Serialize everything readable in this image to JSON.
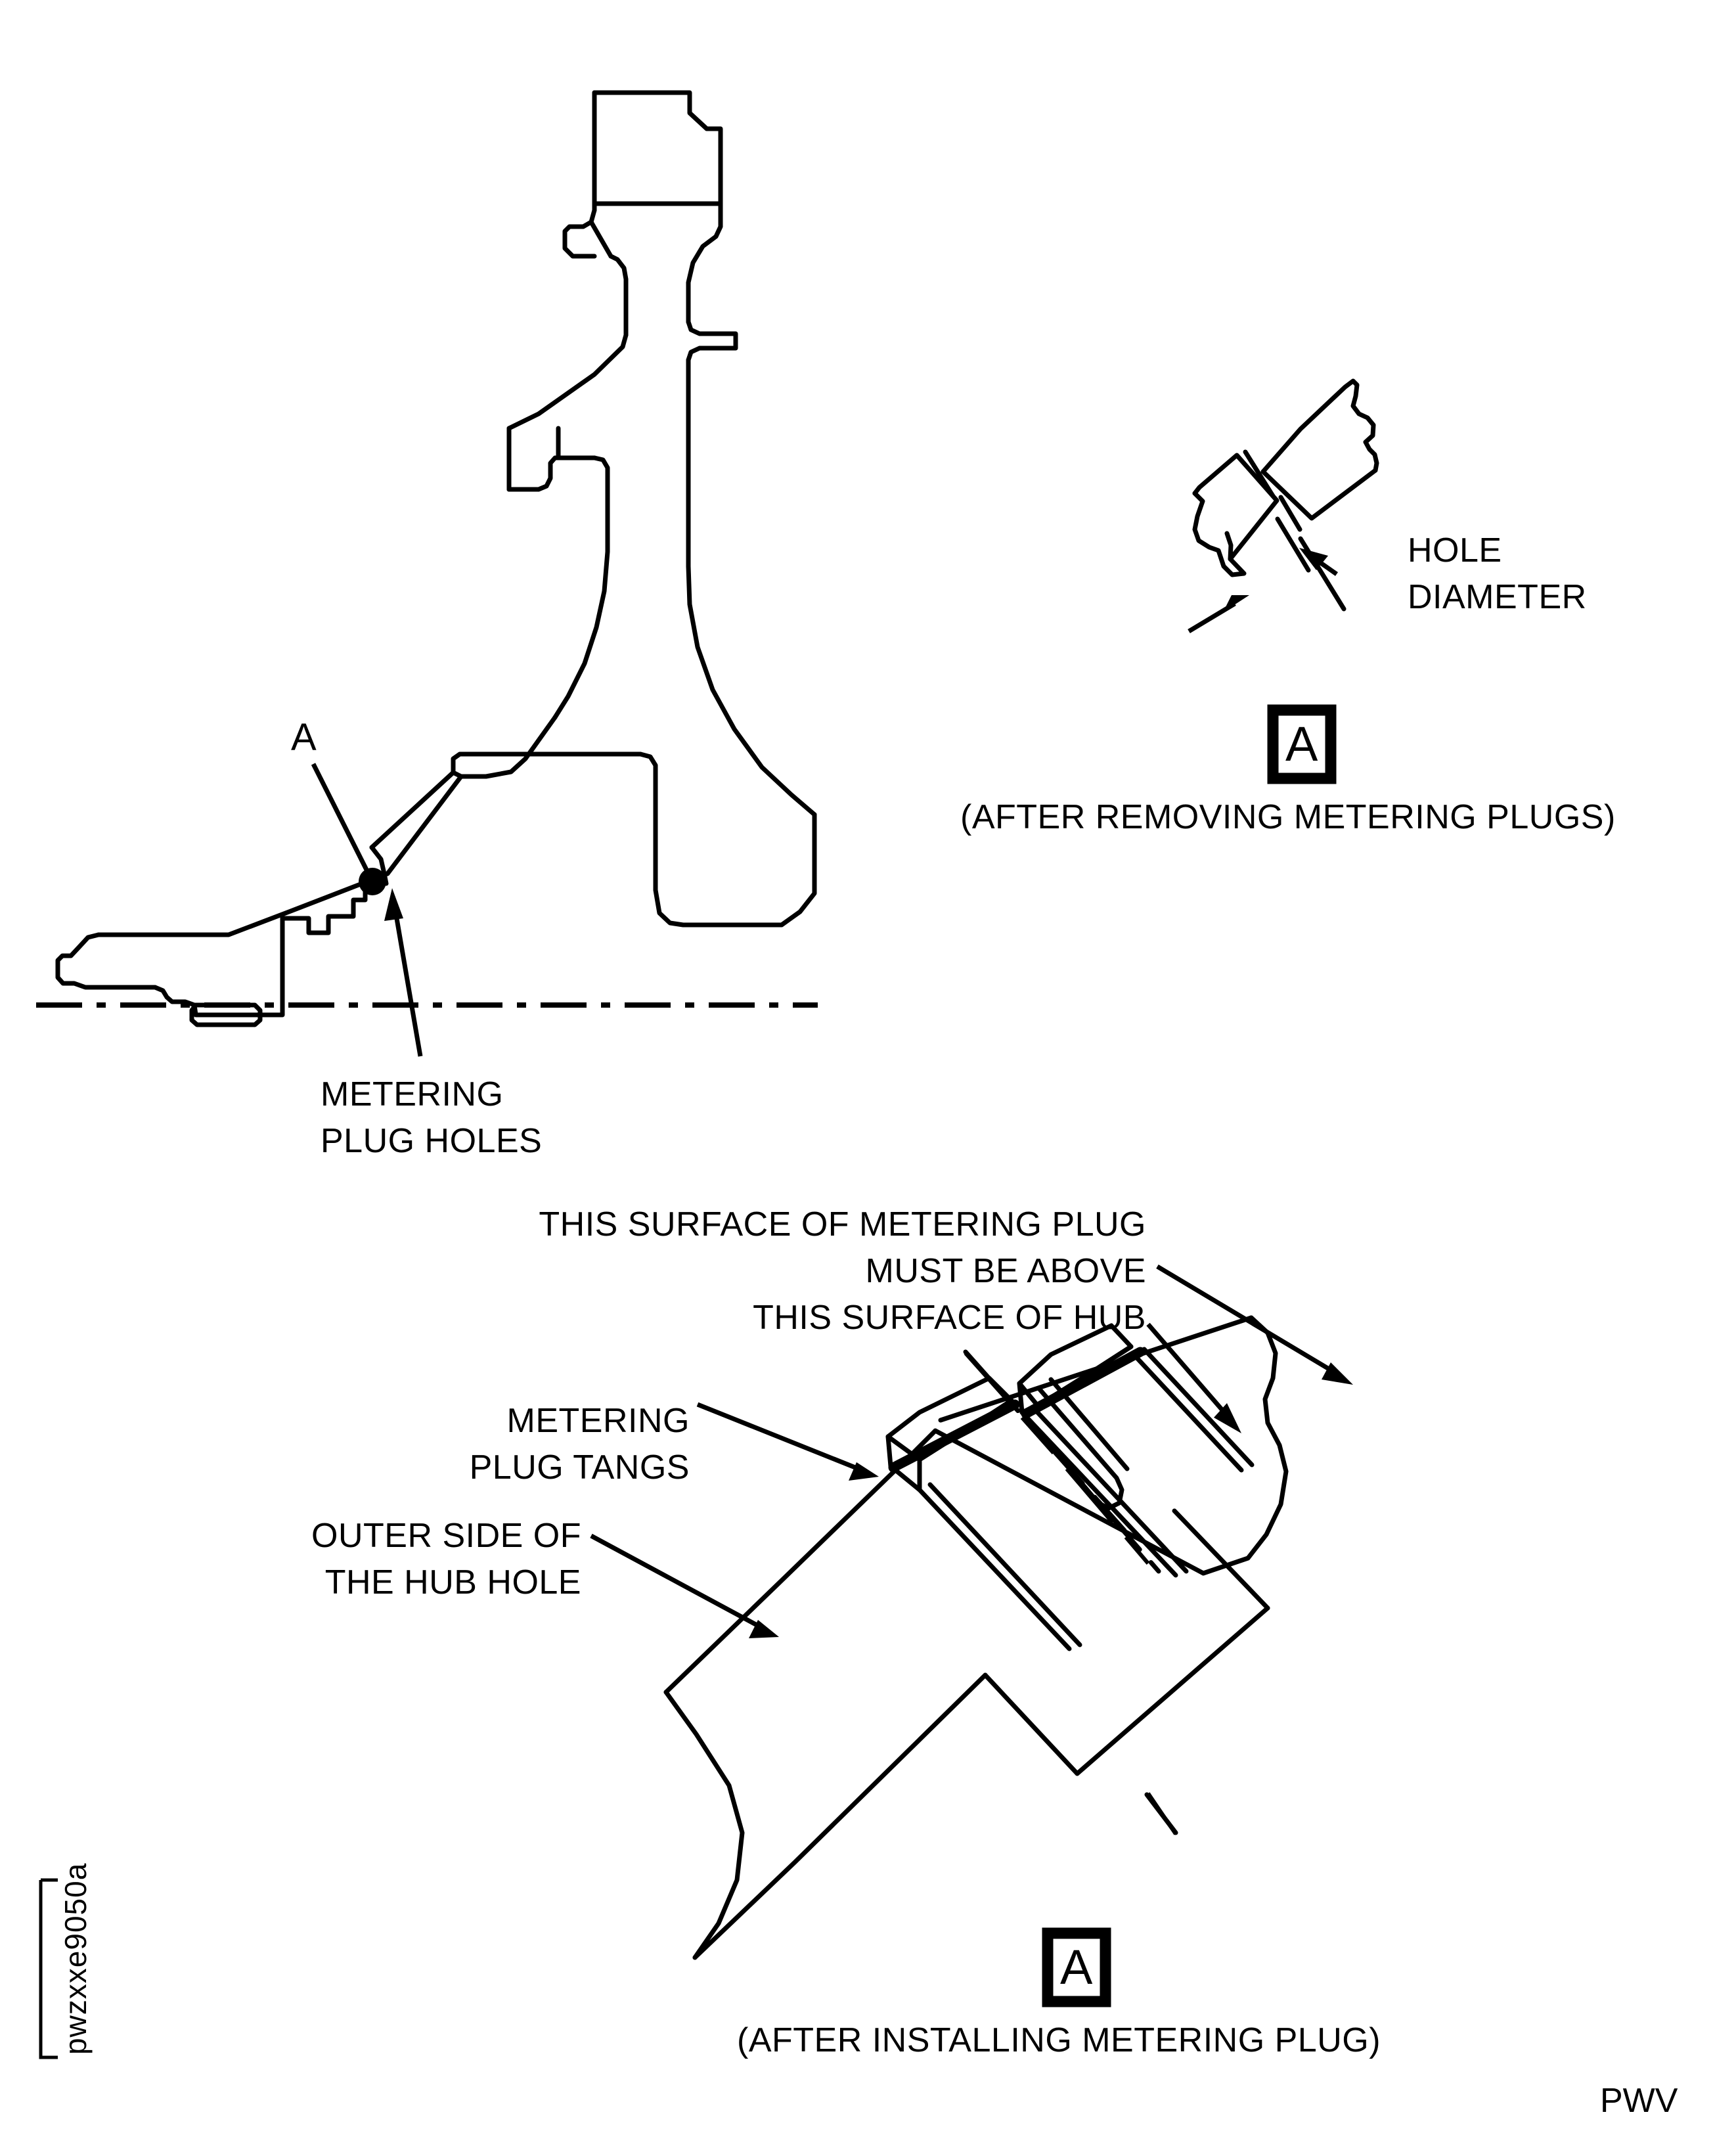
{
  "figure": {
    "id_code": "pwzxxe9050a",
    "corner_code": "PWV",
    "type": "engineering-cross-section-diagram"
  },
  "main_view": {
    "section_mark": "A",
    "callouts": [
      {
        "name": "metering-plug-holes",
        "lines": [
          "METERING",
          "PLUG HOLES"
        ]
      }
    ]
  },
  "detail_top": {
    "section_box_letter": "A",
    "caption": "(AFTER REMOVING METERING PLUGS)",
    "callouts": [
      {
        "name": "hole-diameter",
        "lines": [
          "HOLE",
          "DIAMETER"
        ]
      }
    ]
  },
  "detail_bottom": {
    "section_box_letter": "A",
    "caption": "(AFTER INSTALLING METERING PLUG)",
    "callouts": [
      {
        "name": "surface-note",
        "lines": [
          "THIS SURFACE OF METERING PLUG",
          "MUST BE ABOVE",
          "THIS SURFACE OF HUB"
        ]
      },
      {
        "name": "metering-plug-tangs",
        "lines": [
          "METERING",
          "PLUG TANGS"
        ]
      },
      {
        "name": "outer-side-of-hub-hole",
        "lines": [
          "OUTER SIDE OF",
          "THE HUB HOLE"
        ]
      }
    ]
  },
  "colors": {
    "line": "#000000",
    "background": "#ffffff"
  }
}
